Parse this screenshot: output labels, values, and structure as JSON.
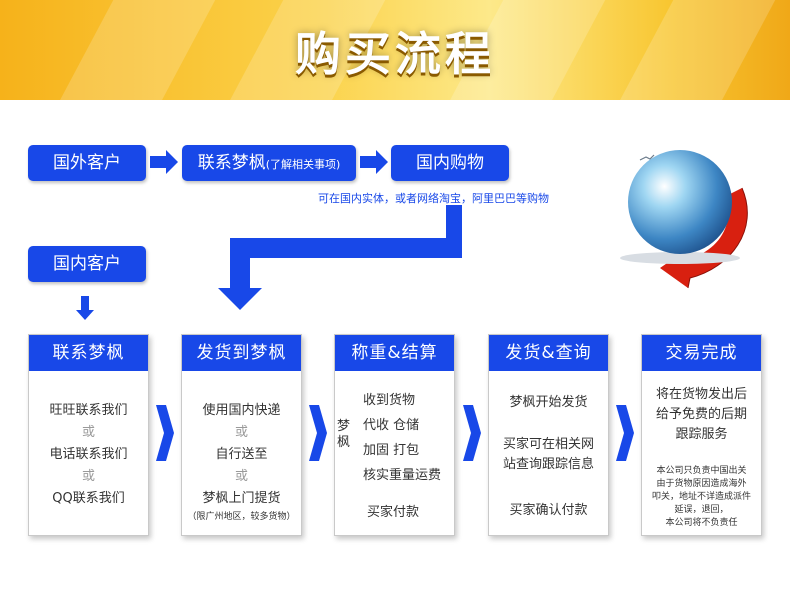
{
  "banner": {
    "title": "购买流程"
  },
  "top_flow": {
    "foreign_customer": "国外客户",
    "contact_main": "联系梦枫",
    "contact_sub": "(了解相关事项)",
    "domestic_shopping": "国内购物",
    "shopping_note": "可在国内实体，或者网络淘宝，阿里巴巴等购物",
    "domestic_customer": "国内客户"
  },
  "steps": [
    {
      "title": "联系梦枫",
      "lines": [
        "旺旺联系我们",
        "或",
        "电话联系我们",
        "或",
        "QQ联系我们"
      ]
    },
    {
      "title": "发货到梦枫",
      "lines": [
        "使用国内快递",
        "或",
        "自行送至",
        "或",
        "梦枫上门提货",
        "（限广州地区，较多货物）"
      ]
    },
    {
      "title": "称重&结算",
      "side_label": "梦枫",
      "lines": [
        "收到货物",
        "代收  仓储",
        "加固  打包",
        "核实重量运费",
        "买家付款"
      ]
    },
    {
      "title": "发货&查询",
      "lines": [
        "梦枫开始发货",
        "买家可在相关网",
        "站查询跟踪信息",
        "买家确认付款"
      ]
    },
    {
      "title": "交易完成",
      "lines": [
        "将在货物发出后",
        "给予免费的后期",
        "跟踪服务",
        "本公司只负责中国出关",
        "由于货物原因造成海外",
        "叩关，地址不详造成派件",
        "延误，退回，",
        "本公司将不负责任"
      ]
    }
  ],
  "colors": {
    "brand_blue": "#1848e8",
    "banner_orange": "#f6b21a"
  }
}
